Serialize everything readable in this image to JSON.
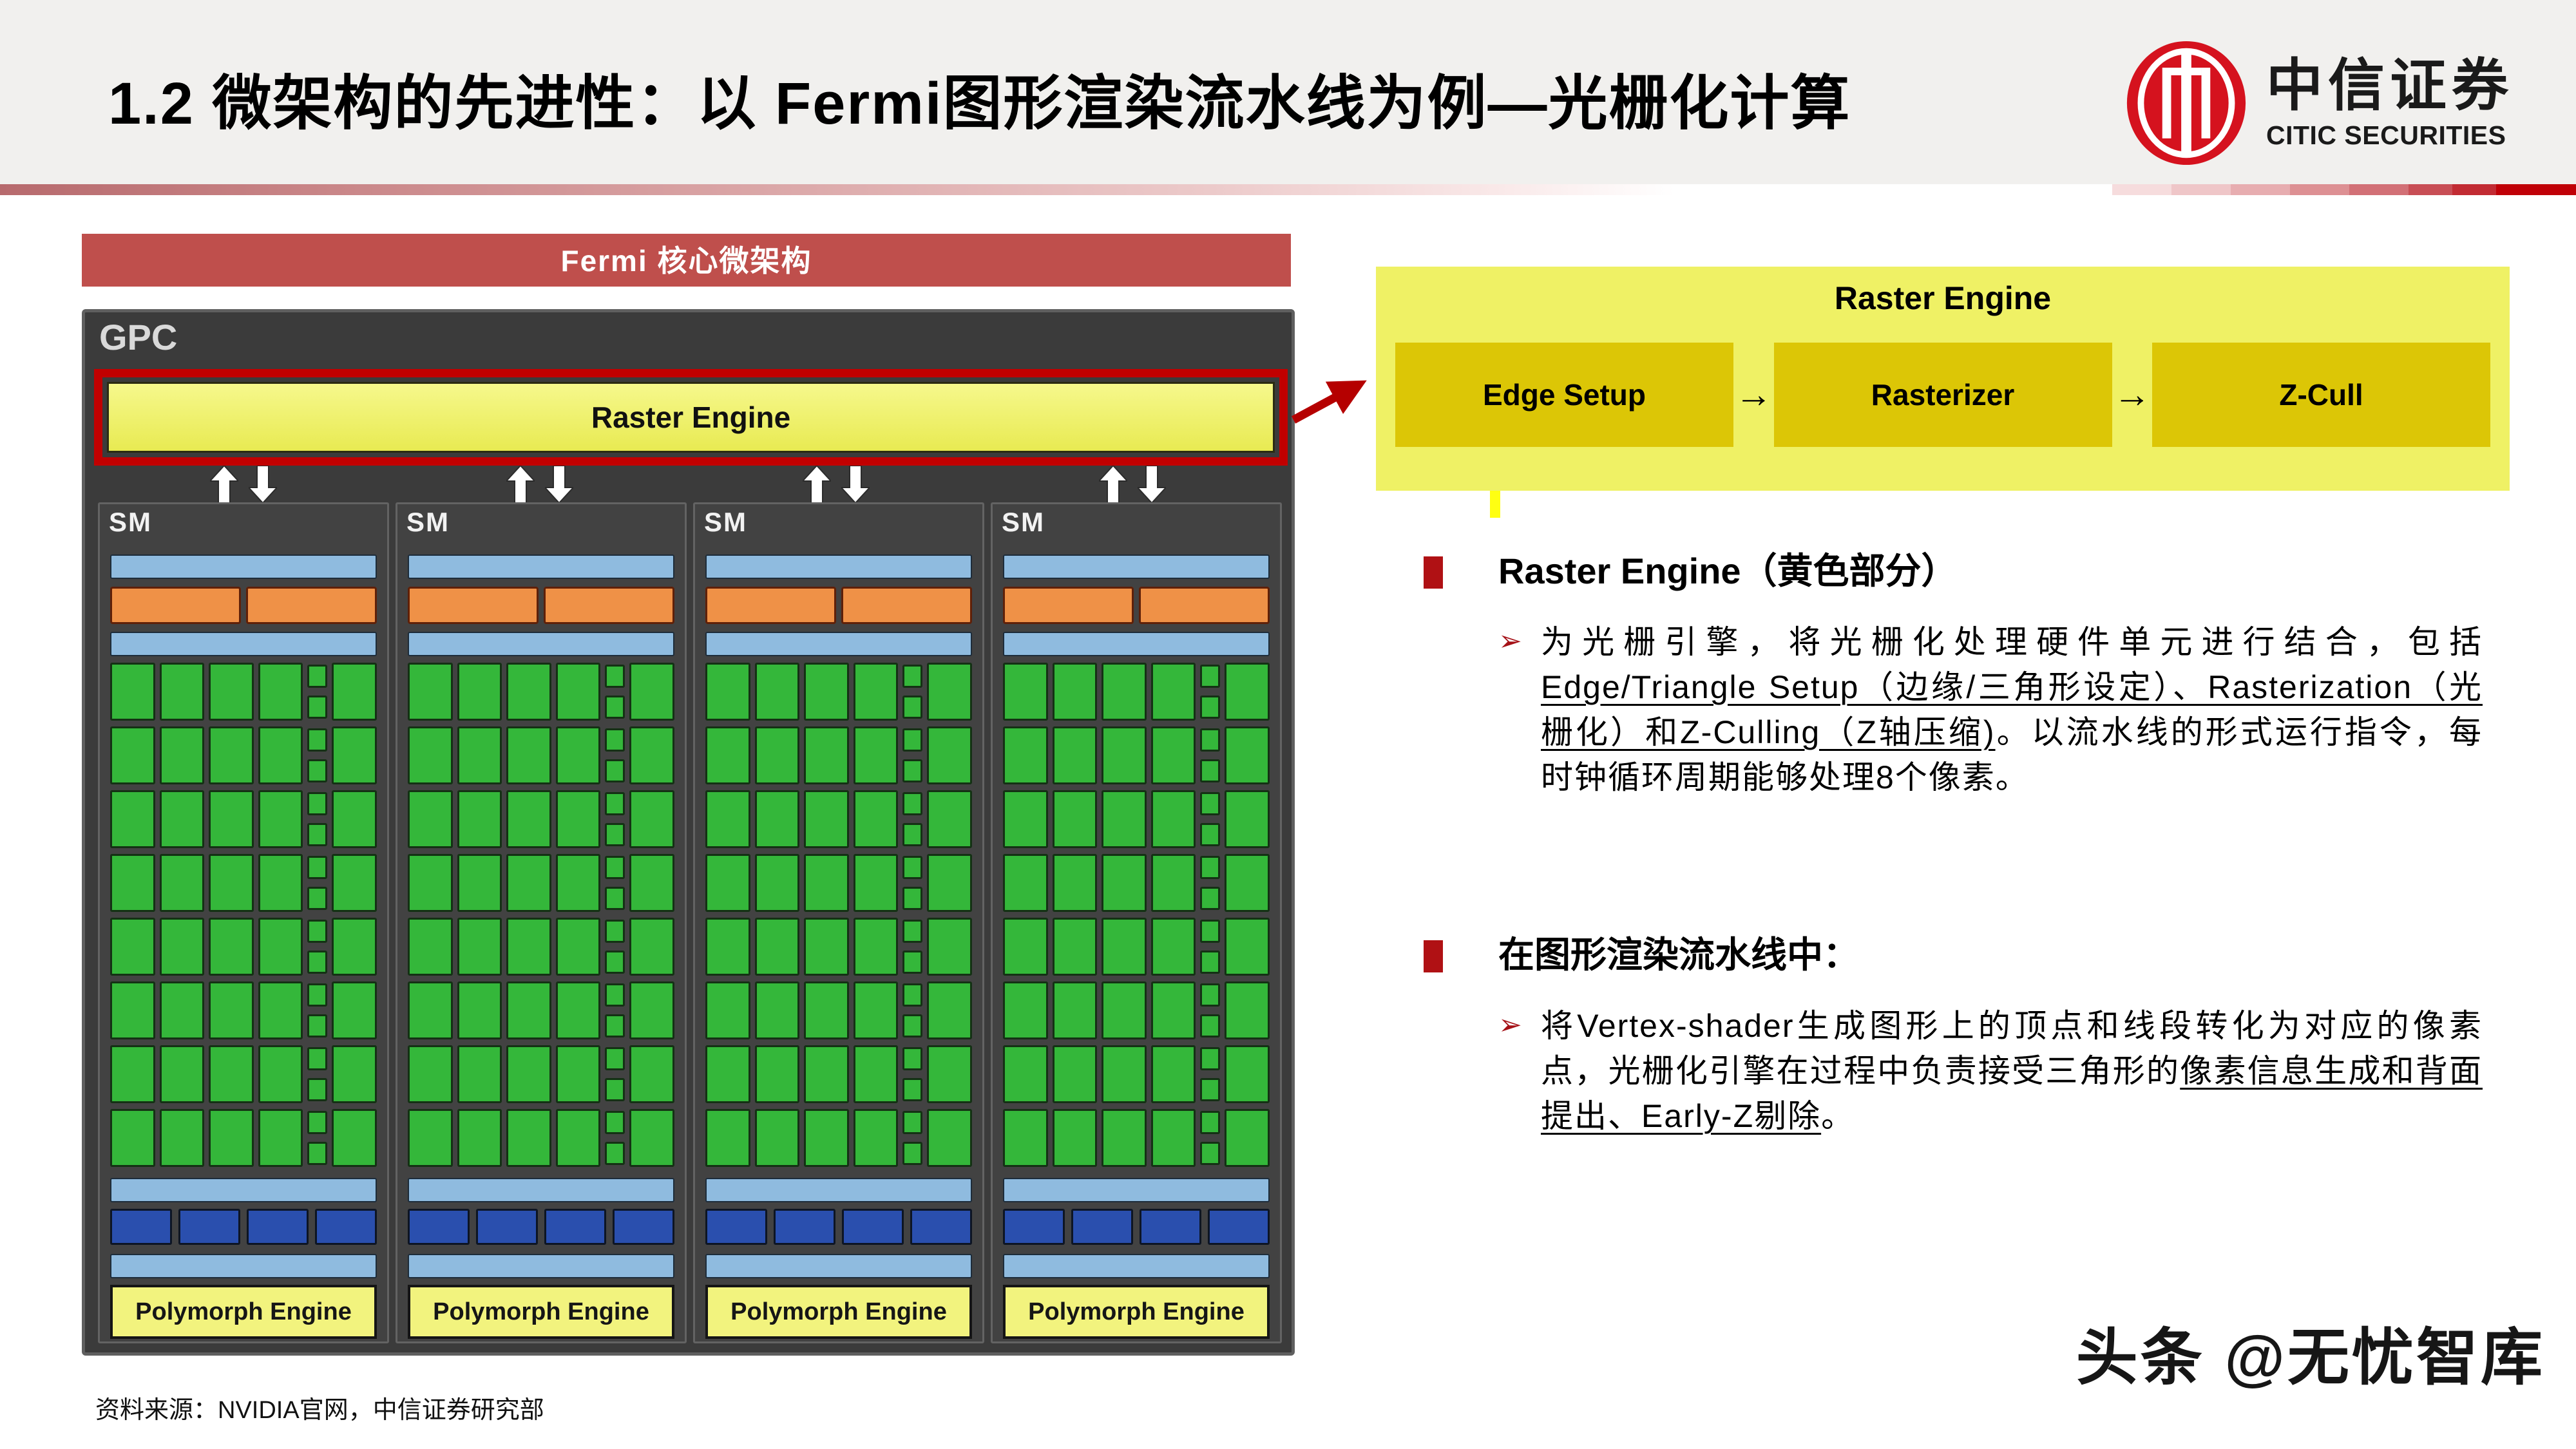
{
  "header": {
    "title": "1.2 微架构的先进性：以 Fermi图形渲染流水线为例—光栅化计算",
    "logo": {
      "cn": "中信证券",
      "en": "CITIC SECURITIES"
    }
  },
  "left_diagram": {
    "banner": "Fermi 核心微架构",
    "gpc_label": "GPC",
    "raster_engine_label": "Raster Engine",
    "sm_label": "SM",
    "sm_count": 4,
    "green_rows": 8,
    "polymorph_label": "Polymorph Engine"
  },
  "flow_diagram": {
    "title": "Raster Engine",
    "steps": [
      "Edge Setup",
      "Rasterizer",
      "Z-Cull"
    ],
    "arrow_glyph": "→"
  },
  "bullets": [
    {
      "heading": "Raster Engine（黄色部分）",
      "body_parts": [
        {
          "text": "为光栅引擎，将光栅化处理硬件单元进行结合，包括",
          "u": false
        },
        {
          "text": "Edge/Triangle Setup（边缘/三角形设定）、Rasterization（光栅化）和Z-Culling（Z轴压缩)",
          "u": true
        },
        {
          "text": "。以流水线的形式运行指令，每时钟循环周期能够处理8个像素。",
          "u": false
        }
      ]
    },
    {
      "heading": "在图形渲染流水线中：",
      "body_parts": [
        {
          "text": "将Vertex-shader生成图形上的顶点和线段转化为对应的像素点，光栅化引擎在过程中负责接受三角形的",
          "u": false
        },
        {
          "text": "像素信息生成和背面提出、Early-Z剔除",
          "u": true
        },
        {
          "text": "。",
          "u": false
        }
      ]
    }
  ],
  "source_note": "资料来源：NVIDIA官网，中信证券研究部",
  "watermark": "头条 @无忧智库",
  "colors": {
    "banner_red": "#bf4f4c",
    "highlight_red": "#c10000",
    "raster_yellow": "#eef266",
    "panel_yellow": "#eff165",
    "flow_gold": "#dcc606",
    "sm_green": "#34b73a",
    "sm_orange": "#ef9147",
    "sm_lightblue": "#8fbbdf",
    "sm_darkblue": "#2a4fae",
    "polymorph_yellow": "#f2f37e",
    "bullet_red": "#b01114",
    "gpc_gray": "#3b3b3b"
  }
}
